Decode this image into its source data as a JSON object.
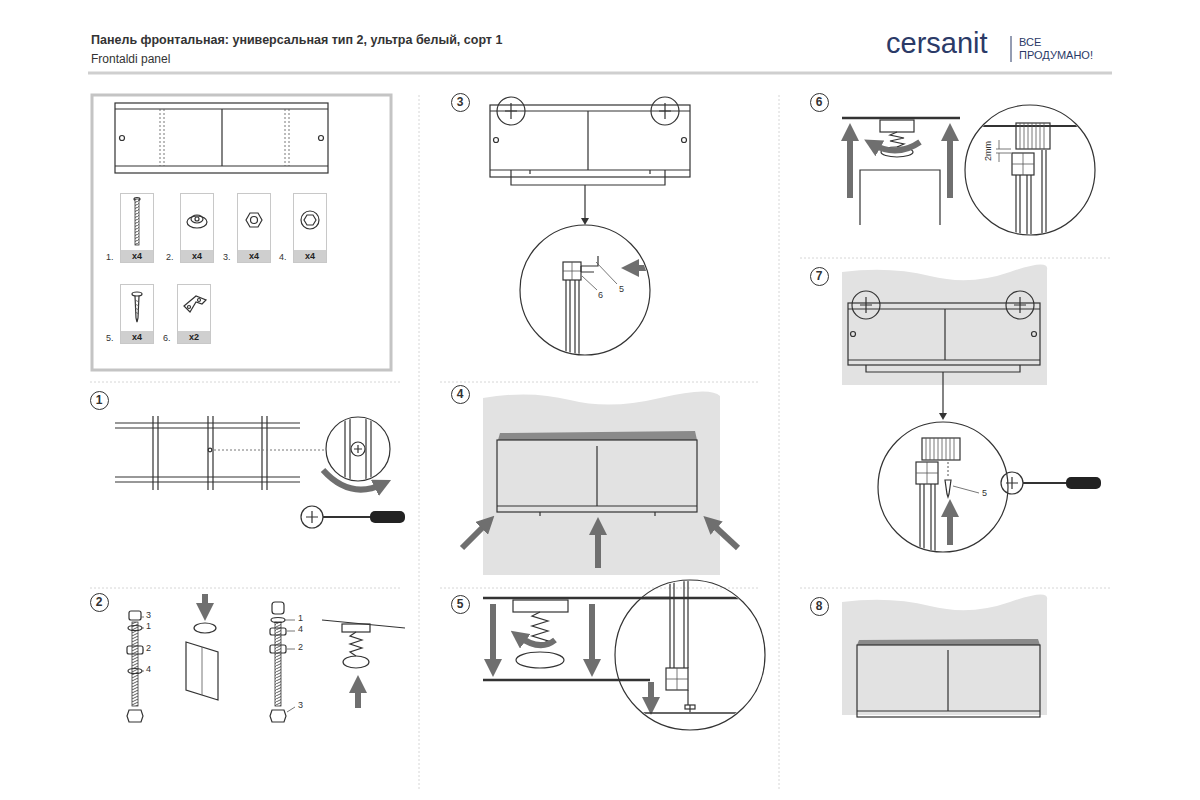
{
  "diagram": {
    "title": "Панель фронтальная: универсальная тип 2, ультра белый, сорт 1",
    "nodes": [
      {
        "text": [
          "1.",
          "x4"
        ]
      },
      {
        "text": [
          "2.",
          "x4"
        ]
      },
      {
        "text": [
          "3.",
          "x4"
        ]
      },
      {
        "text": [
          "4.",
          "x4"
        ]
      },
      {
        "text": [
          "5.",
          "x4"
        ]
      },
      {
        "text": [
          "6.",
          "x2"
        ]
      },
      {
        "text": [
          "1"
        ]
      },
      {
        "text": [
          "2"
        ]
      },
      {
        "text": [
          "3"
        ]
      },
      {
        "text": [
          "4"
        ]
      },
      {
        "text": [
          "5"
        ]
      },
      {
        "text": [
          "6"
        ]
      },
      {
        "text": [
          "7"
        ]
      },
      {
        "text": [
          "8"
        ]
      }
    ],
    "labels": [
      "Frontaldi panel",
      "cersanit",
      "ВСЕ ПРОДУМАНО!",
      "3",
      "1",
      "2",
      "4",
      "1",
      "4",
      "2",
      "3",
      "6",
      "5",
      "2mm",
      "5"
    ]
  }
}
